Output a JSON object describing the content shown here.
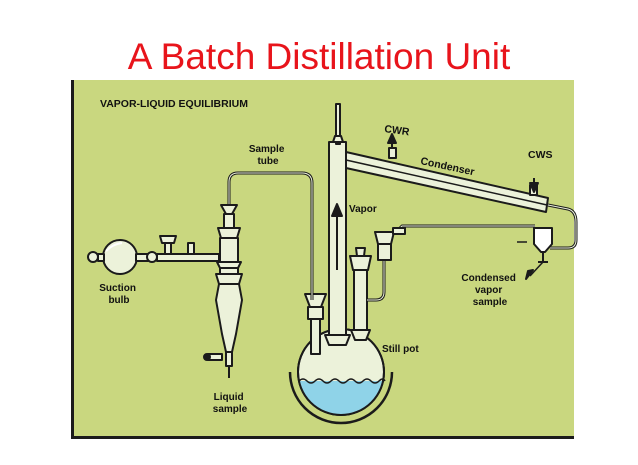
{
  "slide": {
    "title": "A Batch Distillation Unit"
  },
  "diagram": {
    "heading": "VAPOR-LIQUID EQUILIBRIUM",
    "labels": {
      "sample_tube_line1": "Sample",
      "sample_tube_line2": "tube",
      "cwr": "CWR",
      "condenser": "Condenser",
      "cws": "CWS",
      "vapor": "Vapor",
      "suction_bulb_line1": "Suction",
      "suction_bulb_line2": "bulb",
      "condensed_line1": "Condensed",
      "condensed_line2": "vapor",
      "condensed_line3": "sample",
      "still_pot": "Still pot",
      "liquid_sample_line1": "Liquid",
      "liquid_sample_line2": "sample"
    },
    "colors": {
      "panel_background": "#c9d77f",
      "glass_fill": "#ecf2da",
      "liquid": "#8fd3e8",
      "outline": "#1b1b1b",
      "title_red": "#e8141b"
    }
  }
}
